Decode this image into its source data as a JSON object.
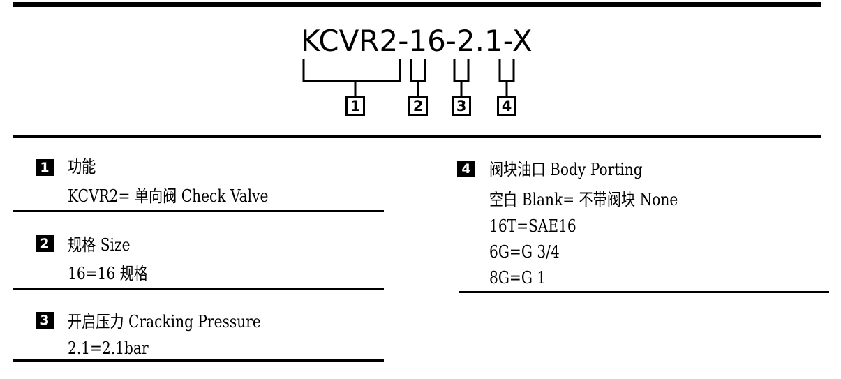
{
  "model_code": "KCVR2-16-2.1-X",
  "markers": [
    "1",
    "2",
    "3",
    "4"
  ],
  "sections": {
    "s1": {
      "number": "1",
      "heading": "功能",
      "lines": [
        "KCVR2= 单向阀 Check Valve"
      ]
    },
    "s2": {
      "number": "2",
      "heading": "规格 Size",
      "lines": [
        "16=16 规格"
      ]
    },
    "s3": {
      "number": "3",
      "heading": "开启压力 Cracking Pressure",
      "lines": [
        "2.1=2.1bar"
      ]
    },
    "s4": {
      "number": "4",
      "heading": "阀块油口 Body Porting",
      "lines": [
        "空白 Blank= 不带阀块 None",
        "16T=SAE16",
        "6G=G 3/4",
        "8G=G 1"
      ]
    }
  }
}
